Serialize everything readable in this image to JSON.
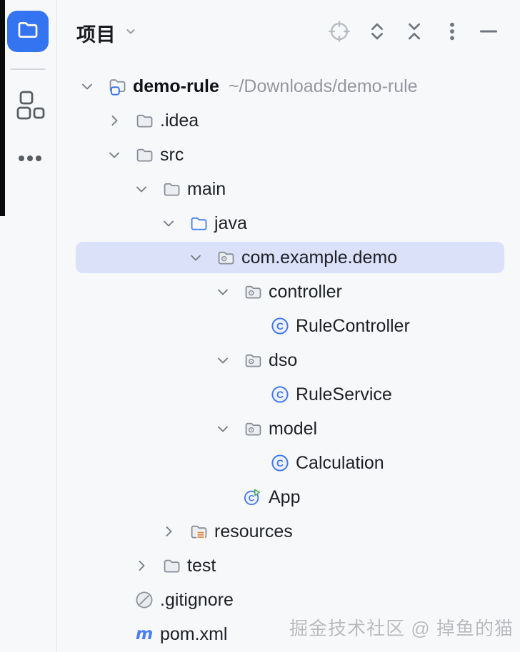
{
  "activity_bar": {
    "buttons": [
      {
        "name": "project-tool-button",
        "icon": "folder-icon",
        "active": true
      },
      {
        "name": "structure-tool-button",
        "icon": "structure-icon",
        "active": false
      },
      {
        "name": "more-tools-button",
        "icon": "ellipsis-icon",
        "active": false
      }
    ]
  },
  "header": {
    "title": "项目",
    "toolbar_icons": [
      "locate",
      "expand-all",
      "collapse-all",
      "more-options",
      "hide-panel"
    ]
  },
  "tree": {
    "rows": [
      {
        "label": "demo-rule",
        "path": "~/Downloads/demo-rule",
        "level": 0,
        "chevron": "down",
        "icon": "project-folder",
        "bold": true,
        "selected": false
      },
      {
        "label": ".idea",
        "level": 1,
        "chevron": "right",
        "icon": "folder",
        "selected": false
      },
      {
        "label": "src",
        "level": 1,
        "chevron": "down",
        "icon": "folder",
        "selected": false
      },
      {
        "label": "main",
        "level": 2,
        "chevron": "down",
        "icon": "folder",
        "selected": false
      },
      {
        "label": "java",
        "level": 3,
        "chevron": "down",
        "icon": "folder-source",
        "selected": false
      },
      {
        "label": "com.example.demo",
        "level": 4,
        "chevron": "down",
        "icon": "package",
        "selected": true
      },
      {
        "label": "controller",
        "level": 5,
        "chevron": "down",
        "icon": "package",
        "selected": false
      },
      {
        "label": "RuleController",
        "level": 6,
        "chevron": null,
        "icon": "class",
        "selected": false
      },
      {
        "label": "dso",
        "level": 5,
        "chevron": "down",
        "icon": "package",
        "selected": false
      },
      {
        "label": "RuleService",
        "level": 6,
        "chevron": null,
        "icon": "class",
        "selected": false
      },
      {
        "label": "model",
        "level": 5,
        "chevron": "down",
        "icon": "package",
        "selected": false
      },
      {
        "label": "Calculation",
        "level": 6,
        "chevron": null,
        "icon": "class",
        "selected": false
      },
      {
        "label": "App",
        "level": 5,
        "chevron": null,
        "icon": "class-runnable",
        "selected": false
      },
      {
        "label": "resources",
        "level": 3,
        "chevron": "right",
        "icon": "folder-resources",
        "selected": false
      },
      {
        "label": "test",
        "level": 2,
        "chevron": "right",
        "icon": "folder",
        "selected": false
      },
      {
        "label": ".gitignore",
        "level": 1,
        "chevron": null,
        "icon": "ignored-file",
        "selected": false
      },
      {
        "label": "pom.xml",
        "level": 1,
        "chevron": null,
        "icon": "maven",
        "selected": false
      }
    ]
  },
  "watermark": "掘金技术社区 @ 掉鱼的猫",
  "colors": {
    "accent_blue": "#3574f0",
    "selection_bg": "#dbe1f8",
    "panel_bg": "#f7f8fa",
    "label_text": "#1d2025",
    "hint_text": "#95979f",
    "icon_gray": "#878d98",
    "run_badge_green": "#59a869",
    "resources_orange": "#d9863d",
    "maven_blue": "#4a7df5"
  }
}
